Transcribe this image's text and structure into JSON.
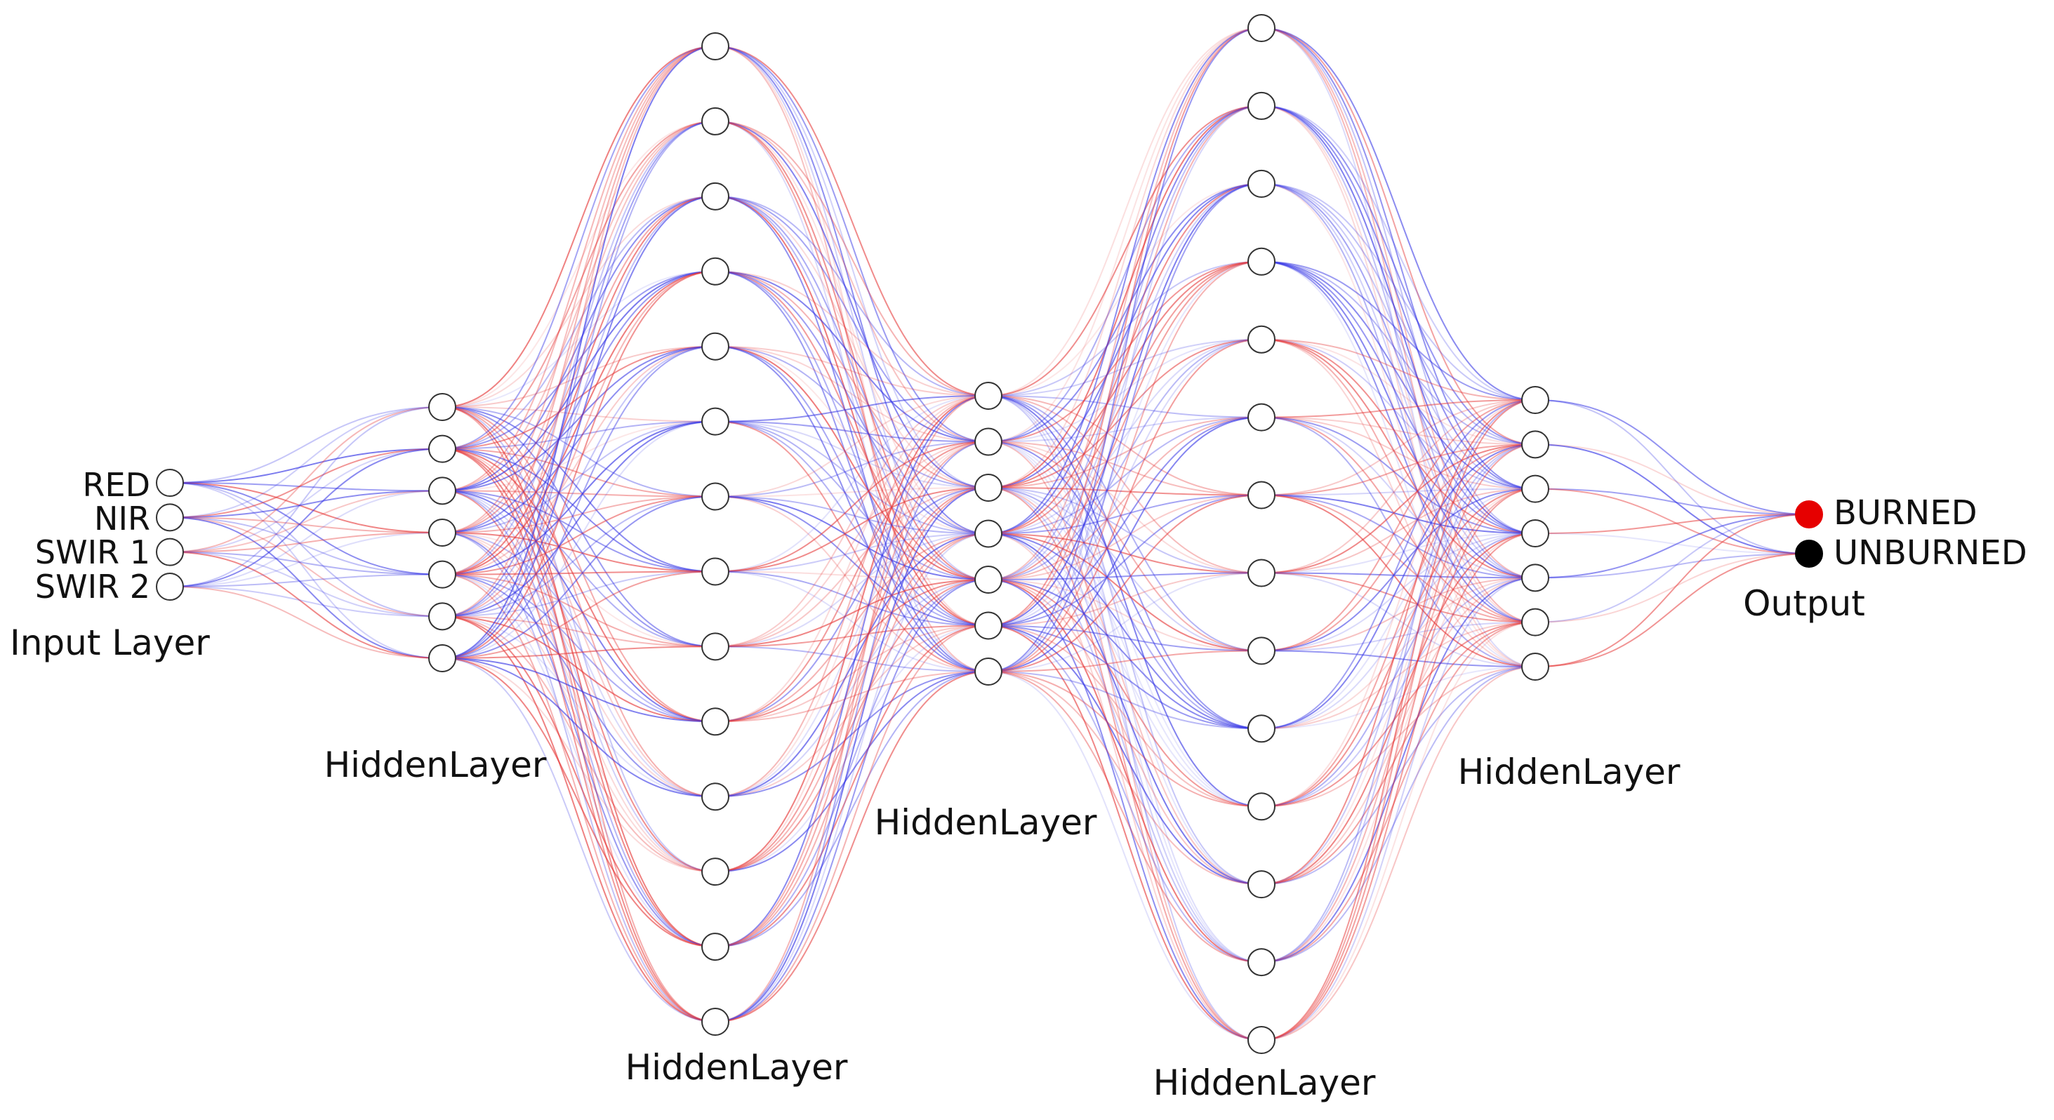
{
  "diagram": {
    "type": "neural-network",
    "input_layer": {
      "label": "Input Layer",
      "nodes": [
        "RED",
        "NIR",
        "SWIR 1",
        "SWIR 2"
      ]
    },
    "hidden_layers": [
      {
        "label": "HiddenLayer",
        "node_count": 7
      },
      {
        "label": "HiddenLayer",
        "node_count": 14
      },
      {
        "label": "HiddenLayer",
        "node_count": 7
      },
      {
        "label": "HiddenLayer",
        "node_count": 14
      },
      {
        "label": "HiddenLayer",
        "node_count": 7
      }
    ],
    "output_layer": {
      "label": "Output",
      "nodes": [
        {
          "label": "BURNED",
          "color": "#e60000"
        },
        {
          "label": "UNBURNED",
          "color": "#000000"
        }
      ]
    },
    "edge_colors": {
      "positive": "#e63a3a",
      "negative": "#3a3ae6"
    },
    "node_fill": "#ffffff",
    "node_stroke": "#333333"
  }
}
